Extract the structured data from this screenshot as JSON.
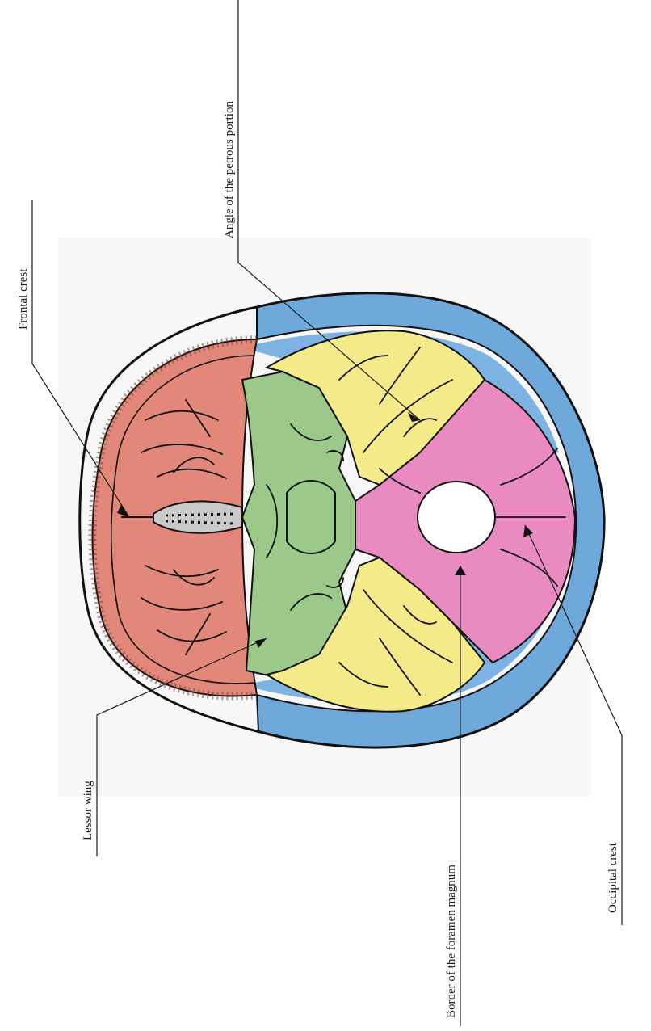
{
  "labels": {
    "frontal_crest": "Frontal crest",
    "angle_petrous": "Angle of the petrous portion",
    "lessor_wing": "Lessor wing",
    "foramen_magnum": "Border of the foramen magnum",
    "occipital_crest": "Occipital crest"
  },
  "colors": {
    "frontal": "#e2887a",
    "sphenoid": "#9cc98a",
    "temporal": "#f5ea8a",
    "parietal": "#6fa9dc",
    "occipital": "#e98bc0",
    "background_panel": "#f6f6f6"
  }
}
